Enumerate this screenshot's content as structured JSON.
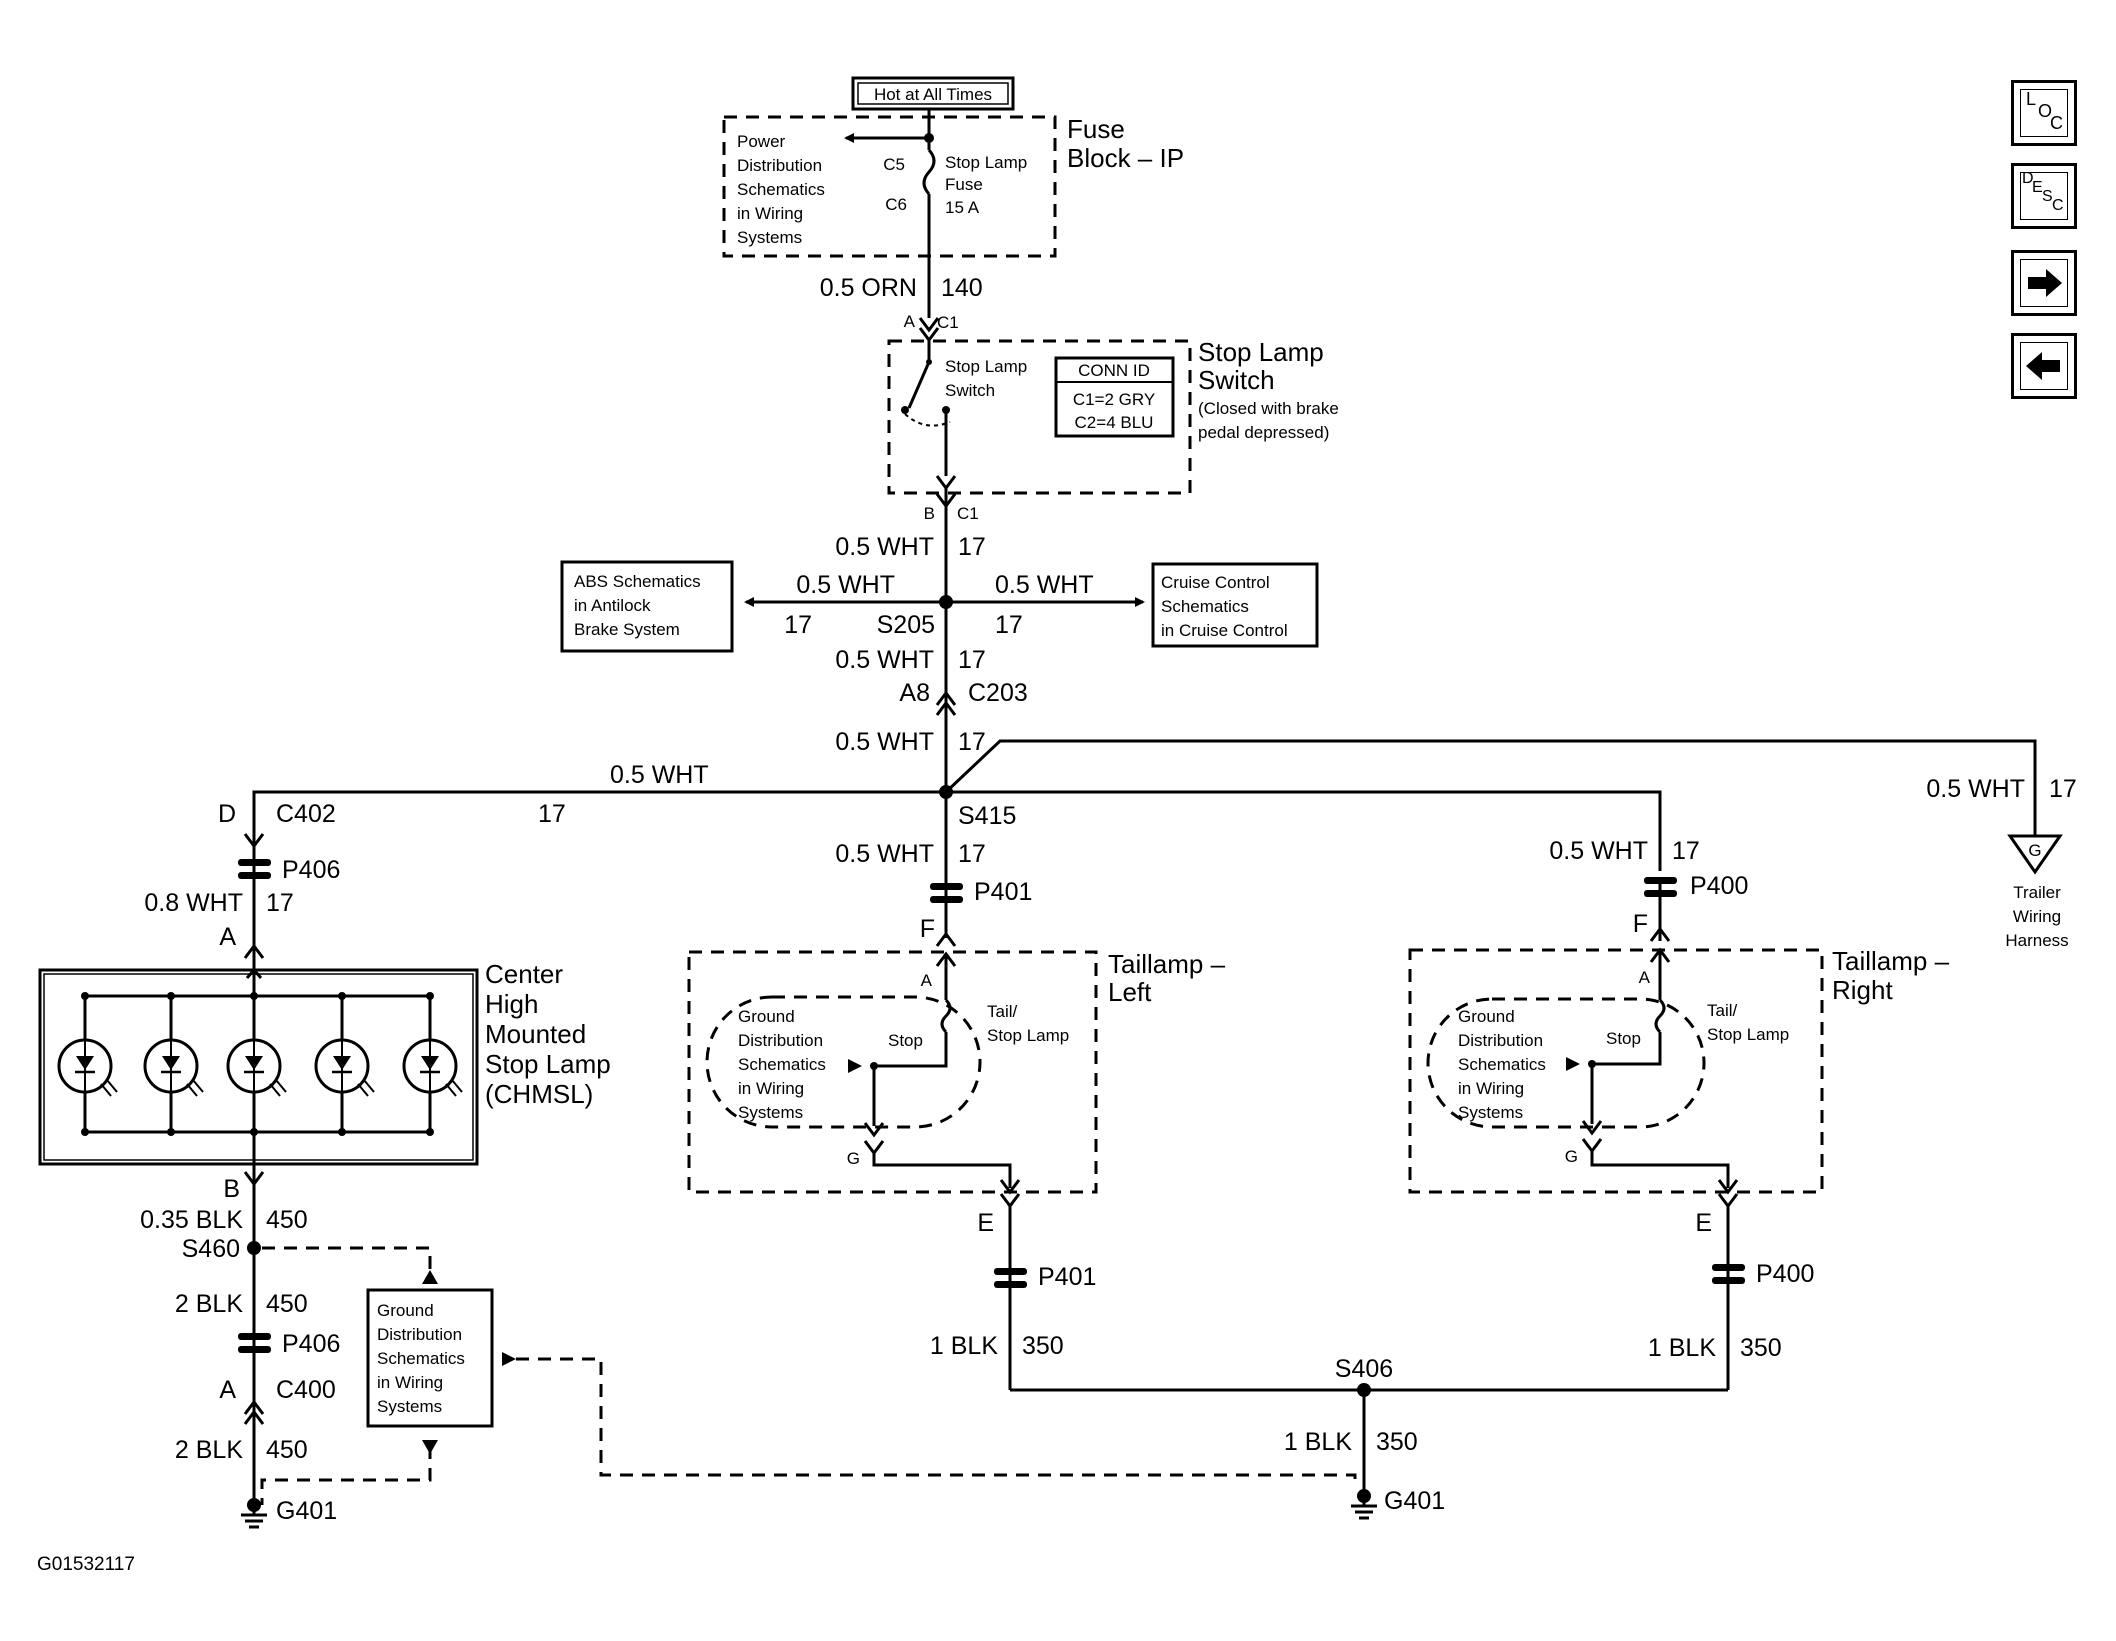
{
  "diagram": {
    "id": "G01532117",
    "hot_label": "Hot at All Times",
    "fuse_block": [
      "Fuse",
      "Block – IP"
    ],
    "power_ref": [
      "Power",
      "Distribution",
      "Schematics",
      "in Wiring",
      "Systems"
    ],
    "fuse": {
      "c5": "C5",
      "c6": "C6",
      "name": [
        "Stop Lamp",
        "Fuse",
        "15 A"
      ]
    },
    "w_orn": "0.5 ORN",
    "c140": "140",
    "A": "A",
    "B": "B",
    "C1": "C1",
    "D": "D",
    "E": "E",
    "F": "F",
    "G": "G",
    "switch_inner": [
      "Stop Lamp",
      "Switch"
    ],
    "switch_title": [
      "Stop Lamp",
      "Switch"
    ],
    "switch_note": [
      "(Closed with brake",
      "pedal depressed)"
    ],
    "conn_id": [
      "CONN ID",
      "C1=2 GRY",
      "C2=4 BLU"
    ],
    "w_wht": "0.5 WHT",
    "c17": "17",
    "abs_ref": [
      "ABS Schematics",
      "in Antilock",
      "Brake System"
    ],
    "cruise_ref": [
      "Cruise Control",
      "Schematics",
      "in Cruise Control"
    ],
    "s205": "S205",
    "a8": "A8",
    "c203": "C203",
    "s415": "S415",
    "c402": "C402",
    "p406": "P406",
    "w_08wht": "0.8 WHT",
    "p401": "P401",
    "p400": "P400",
    "trailer": [
      "Trailer",
      "Wiring",
      "Harness"
    ],
    "trailer_g": "G",
    "chmsl": [
      "Center",
      "High",
      "Mounted",
      "Stop Lamp",
      "(CHMSL)"
    ],
    "w_035blk": "0.35 BLK",
    "c450": "450",
    "s460": "S460",
    "w_2blk": "2 BLK",
    "c400": "C400",
    "g401": "G401",
    "ground_ref": [
      "Ground",
      "Distribution",
      "Schematics",
      "in Wiring",
      "Systems"
    ],
    "taillamp_left": [
      "Taillamp –",
      "Left"
    ],
    "taillamp_right": [
      "Taillamp –",
      "Right"
    ],
    "tail_stop": [
      "Tail/",
      "Stop Lamp"
    ],
    "stop": "Stop",
    "w_1blk": "1 BLK",
    "c350": "350",
    "s406": "S406"
  },
  "nav": {
    "loc": [
      "L",
      "O",
      "C"
    ],
    "desc": [
      "D",
      "E",
      "S",
      "C"
    ],
    "next_icon": "arrow-right-icon",
    "prev_icon": "arrow-left-icon"
  }
}
